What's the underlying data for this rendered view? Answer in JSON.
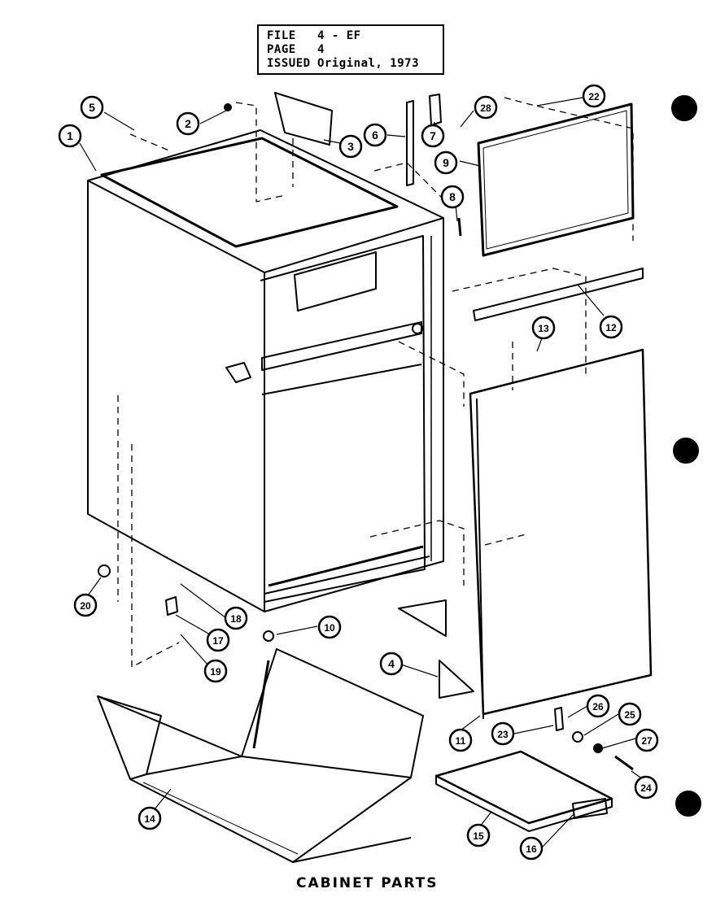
{
  "header": {
    "file_label": "FILE",
    "file_value": "4 - EF",
    "page_label": "PAGE",
    "page_value": "4",
    "issued_label": "ISSUED",
    "issued_value": "Original, 1973"
  },
  "caption": "CABINET PARTS",
  "callouts": [
    "1",
    "2",
    "3",
    "4",
    "5",
    "6",
    "7",
    "8",
    "9",
    "10",
    "11",
    "12",
    "13",
    "14",
    "15",
    "16",
    "17",
    "18",
    "19",
    "20",
    "22",
    "23",
    "24",
    "25",
    "26",
    "27",
    "28"
  ]
}
